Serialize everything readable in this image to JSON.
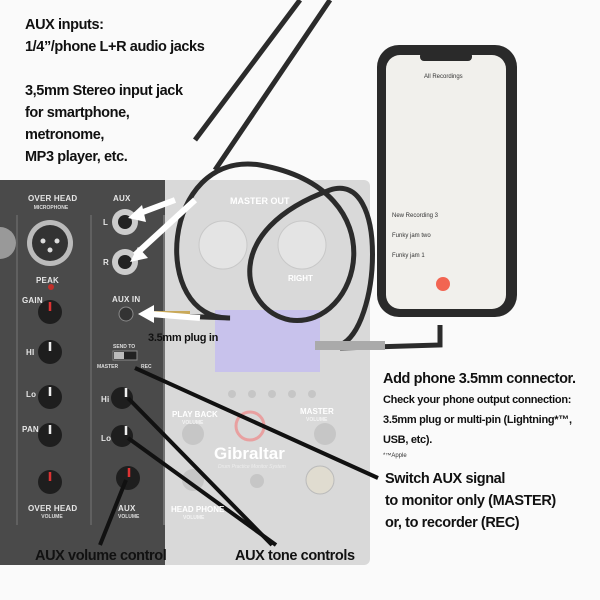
{
  "annotations": {
    "aux_inputs_title": "AUX inputs:",
    "aux_inputs_desc": "1/4”/phone L+R audio jacks",
    "stereo_jack_lines": [
      "3,5mm Stereo input jack",
      "for smartphone,",
      "metronome,",
      "MP3 player, etc."
    ],
    "plug_in": "3.5mm plug in",
    "add_phone_title": "Add phone 3.5mm connector.",
    "add_phone_lines": [
      "Check your phone output connection:",
      "3.5mm plug or multi-pin (Lightning*™,",
      "USB, etc)."
    ],
    "apple_note": "*™Apple",
    "switch_lines": [
      "Switch AUX signal",
      "to monitor only (MASTER)",
      "or, to recorder (REC)"
    ],
    "aux_volume": "AUX volume control",
    "aux_tone": "AUX tone controls"
  },
  "mixer": {
    "overhead_mic": "OVER HEAD",
    "microphone": "MICROPHONE",
    "peak": "PEAK",
    "gain": "GAIN",
    "hi": "HI",
    "lo": "Lo",
    "pan": "PAN",
    "overhead_vol": "OVER HEAD",
    "volume": "VOLUME",
    "aux": "AUX",
    "l": "L",
    "r": "R",
    "aux_in": "AUX IN",
    "send_to": "SEND TO",
    "master": "MASTER",
    "rec": "REC",
    "aux_hi": "Hi",
    "aux_lo": "Lo",
    "aux_vol": "AUX",
    "master_out": "MASTER OUT",
    "right": "RIGHT",
    "play_back": "PLAY BACK",
    "head_phone": "HEAD PHONE",
    "master_vol": "MASTER",
    "brand": "Gibraltar",
    "tagline": "Drum Practice Monitor System"
  },
  "phone": {
    "screen_title": "All Recordings",
    "recordings": [
      "New Recording 3",
      "Funky jam two",
      "Funky jam 1"
    ]
  }
}
